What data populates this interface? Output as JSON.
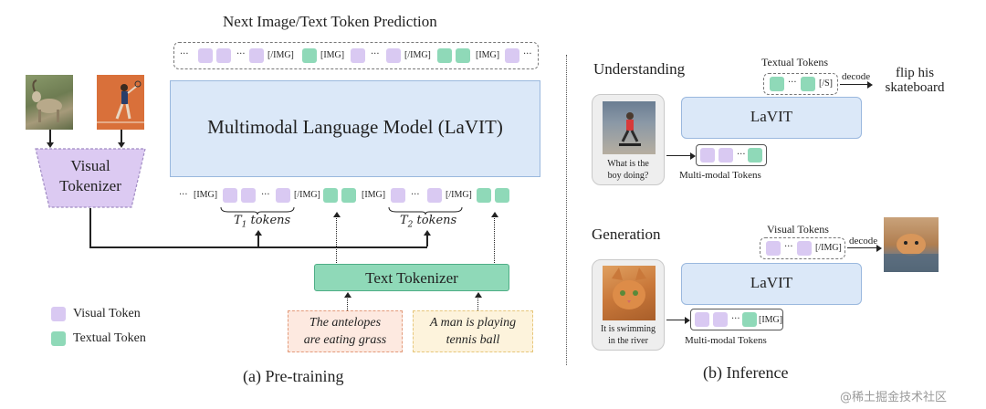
{
  "pretrain": {
    "top_title": "Next Image/Text Token Prediction",
    "mlm_label": "Multimodal Language Model (LaVIT)",
    "visual_tokenizer_line1": "Visual",
    "visual_tokenizer_line2": "Tokenizer",
    "text_tokenizer": "Text Tokenizer",
    "t1": "T",
    "t1_sub": "1",
    "t1_rest": " tokens",
    "t2": "T",
    "t2_sub": "2",
    "t2_rest": " tokens",
    "caption1_line1": "The antelopes",
    "caption1_line2": "are eating grass",
    "caption2_line1": "A man is playing",
    "caption2_line2": "tennis ball",
    "legend_visual": "Visual Token",
    "legend_textual": "Textual Token",
    "caption": "(a) Pre-training",
    "img_tag": "[IMG]",
    "end_img_tag": "[/IMG]",
    "ellipsis": "···"
  },
  "inference": {
    "understanding_title": "Understanding",
    "textual_tokens_label": "Textual Tokens",
    "decode1": "decode",
    "output_text_line1": "flip his",
    "output_text_line2": "skateboard",
    "end_s": "[/S]",
    "lavit1": "LaVIT",
    "question_line1": "What is the",
    "question_line2": "boy doing?",
    "mm_tokens1": "Multi-modal Tokens",
    "generation_title": "Generation",
    "visual_tokens_label": "Visual Tokens",
    "decode2": "decode",
    "end_img": "[/IMG]",
    "lavit2": "LaVIT",
    "prompt_line1": "It is swimming",
    "prompt_line2": "in the river",
    "img_tag": "[IMG]",
    "mm_tokens2": "Multi-modal Tokens",
    "caption": "(b) Inference"
  },
  "watermark": "@稀土掘金技术社区",
  "colors": {
    "visual_token": "#d9c9f2",
    "textual_token": "#8fd9b8",
    "mlm_fill": "#dbe8f8",
    "mlm_border": "#9ab8de",
    "tokenizer_fill": "#dccaf2",
    "text_tokenizer_fill": "#8fd9b8",
    "caption1_fill": "#fde9e0",
    "caption2_fill": "#fdf3dc"
  }
}
